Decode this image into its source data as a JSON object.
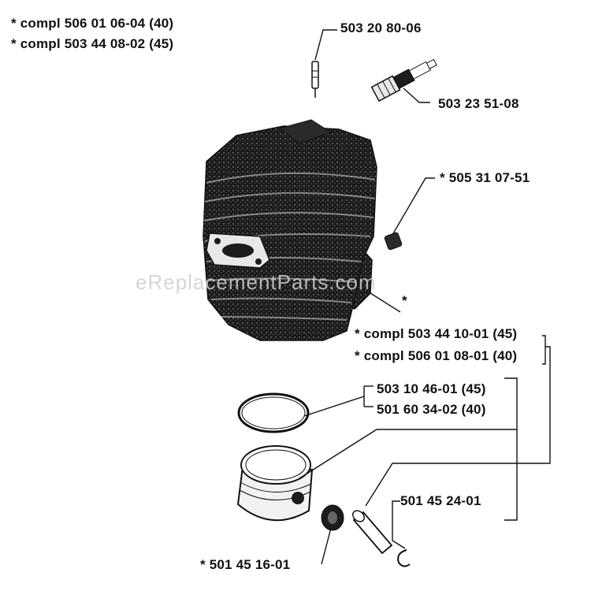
{
  "labels": {
    "cyl_compl_40": "* compl 506 01 06-04 (40)",
    "cyl_compl_45": "* compl 503 44 08-02 (45)",
    "part_50320806": "503 20 80-06",
    "part_50323511": "503 23 51-08",
    "part_50531075": "* 505 31 07-51",
    "gasket_asterisk": "*",
    "pist_compl_45": "* compl 503 44 10-01 (45)",
    "pist_compl_40": "* compl 506 01 08-01 (40)",
    "ring_45": "503 10 46-01 (45)",
    "ring_40": "501 60 34-02 (40)",
    "part_50145241": "501 45 24-01",
    "part_50145161": "* 501 45 16-01"
  },
  "watermark": "eReplacementParts.com",
  "colors": {
    "ink": "#111111",
    "dark_fill": "#1c1c1c",
    "watermark": "#cfcfcf",
    "background": "#ffffff"
  }
}
